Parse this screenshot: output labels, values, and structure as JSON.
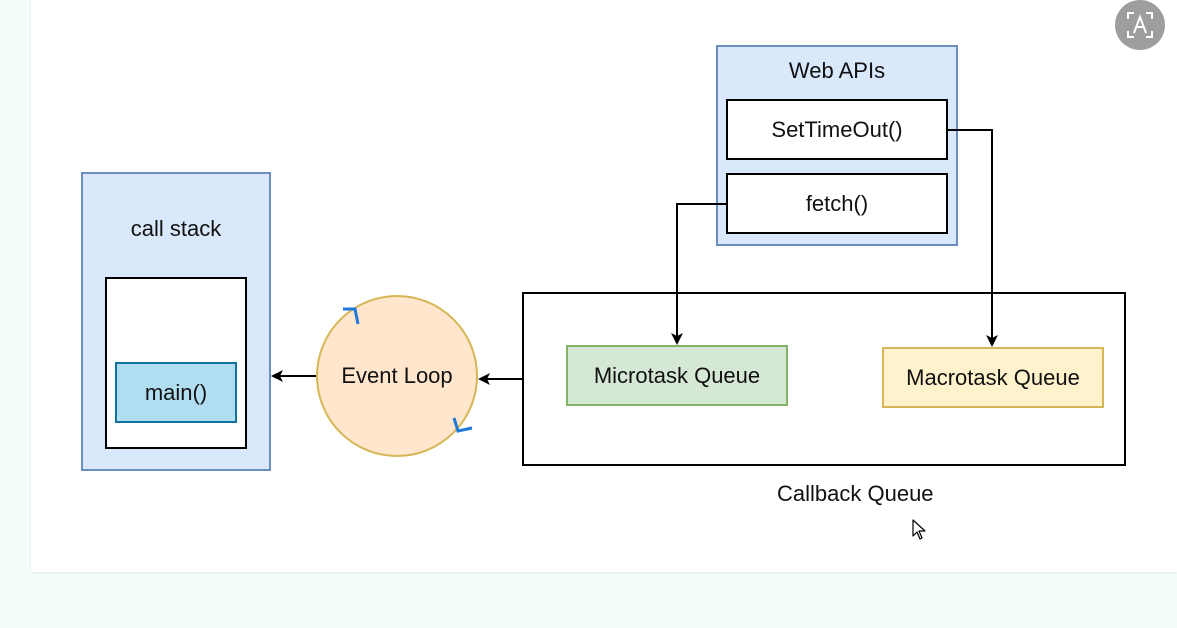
{
  "diagram": {
    "call_stack": {
      "title": "call stack",
      "frame": "main()"
    },
    "event_loop": {
      "label": "Event Loop"
    },
    "web_apis": {
      "title": "Web APIs",
      "items": [
        "SetTimeOut()",
        "fetch()"
      ]
    },
    "callback_queue": {
      "label": "Callback Queue",
      "microtask": "Microtask Queue",
      "macrotask": "Macrotask Queue"
    }
  },
  "colors": {
    "container_fill": "#dae8fc",
    "container_stroke": "#6c8ebf",
    "frame_fill": "#b1ddf0",
    "frame_stroke": "#10739e",
    "loop_fill": "#ffe6cc",
    "loop_stroke": "#d6b656",
    "loop_arrow": "#1e7ad6",
    "micro_fill": "#d5e8d4",
    "micro_stroke": "#82b366",
    "macro_fill": "#fff2cc",
    "macro_stroke": "#d6b656"
  },
  "icons": {
    "toolbar": "translate-icon",
    "pointer": "cursor-icon"
  }
}
